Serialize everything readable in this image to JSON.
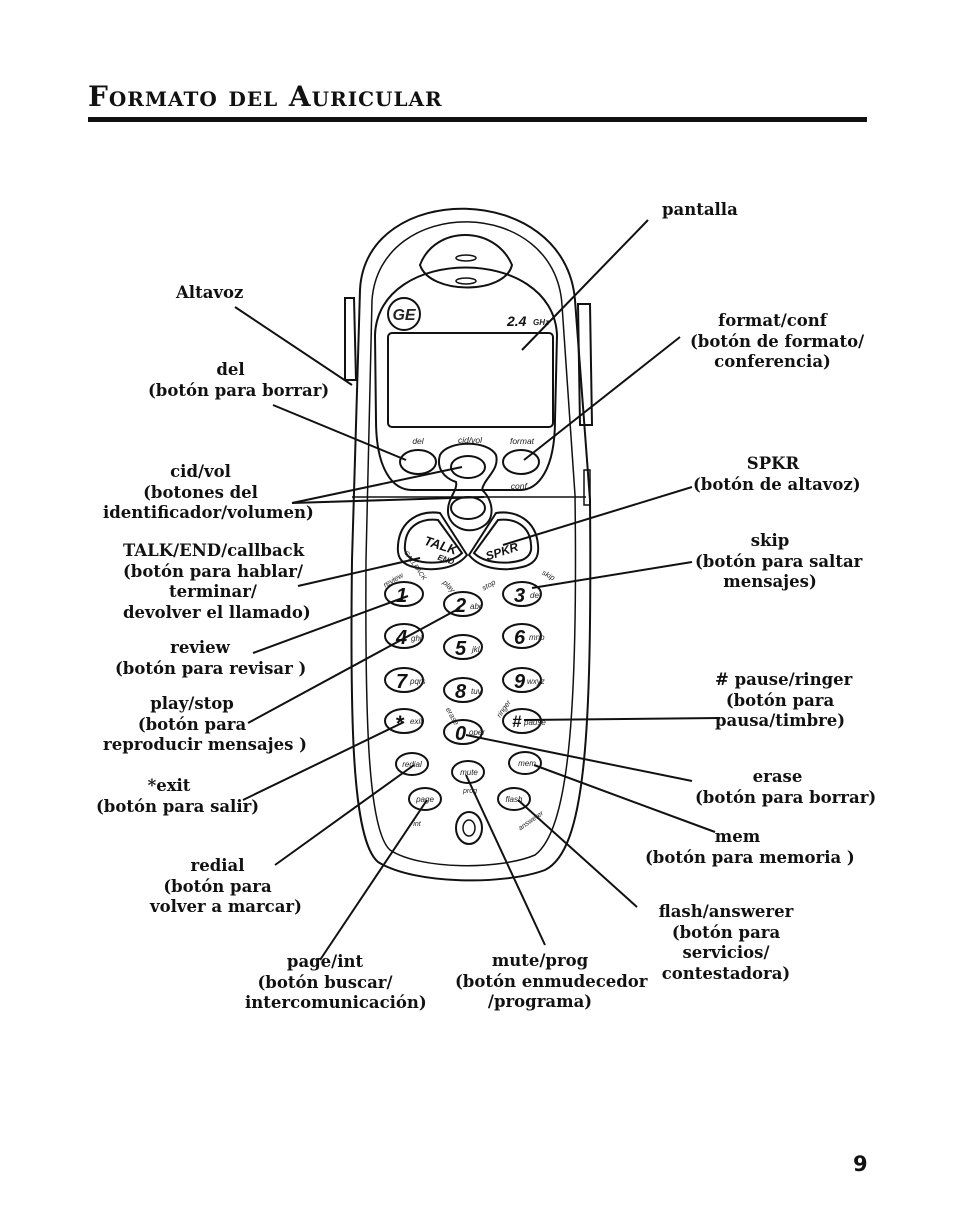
{
  "page": {
    "title": "Formato del Auricular",
    "number": "9"
  },
  "phone": {
    "logo": "GE",
    "band": "2.4",
    "band_unit": "GHz",
    "keys": {
      "del": "del",
      "cidvol": "cid/vol",
      "format": "format",
      "conf": "conf.",
      "talk": "TALK",
      "end": "END",
      "callback": "CALLBACK",
      "spkr": "SPKR",
      "review": "review",
      "play": "play",
      "stop": "stop",
      "skip": "skip",
      "abc": "abc",
      "def": "def",
      "ghi": "ghi",
      "jkl": "jkl",
      "mno": "mno",
      "pqrs": "pqrs",
      "tuv": "tuv",
      "wxyz": "wxyz",
      "exit": "exit",
      "oper": "oper",
      "pause": "pause",
      "erase": "erase",
      "ringer": "ringer",
      "redial": "redial",
      "mute": "mute",
      "mem": "mem",
      "page": "page",
      "prog": "prog",
      "flash": "flash",
      "int": "int",
      "answerer": "answerer"
    }
  },
  "labels": {
    "pantalla": [
      "pantalla"
    ],
    "altavoz": [
      "Altavoz"
    ],
    "format_conf": [
      "format/conf",
      "(botón de formato/",
      "conferencia)"
    ],
    "del": [
      "del",
      "(botón para borrar)"
    ],
    "cid_vol": [
      "cid/vol",
      "(botones del",
      "identificador/volumen)"
    ],
    "spkr": [
      "SPKR",
      "(botón de altavoz)"
    ],
    "talk_end": [
      "TALK/END/callback",
      "(botón para hablar/",
      "terminar/",
      "devolver el llamado)"
    ],
    "skip": [
      "skip",
      "(botón para saltar",
      "mensajes)"
    ],
    "review": [
      "review",
      "(botón para revisar )"
    ],
    "play_stop": [
      "play/stop",
      "(botón para",
      "reproducir mensajes )"
    ],
    "pause_ringer": [
      "# pause/ringer",
      "(botón para",
      "pausa/timbre)"
    ],
    "exit": [
      "*exit",
      "(botón para salir)"
    ],
    "erase": [
      "erase",
      "(botón para borrar)"
    ],
    "mem": [
      "mem",
      "(botón para memoria )"
    ],
    "redial": [
      "redial",
      "(botón para",
      "volver a marcar)"
    ],
    "flash_answerer": [
      "flash/answerer",
      "(botón para",
      "servicios/",
      "contestadora)"
    ],
    "page_int": [
      "page/int",
      "(botón buscar/",
      "intercomunicación)"
    ],
    "mute_prog": [
      "mute/prog",
      "(botón enmudecedor",
      "/programa)"
    ]
  }
}
